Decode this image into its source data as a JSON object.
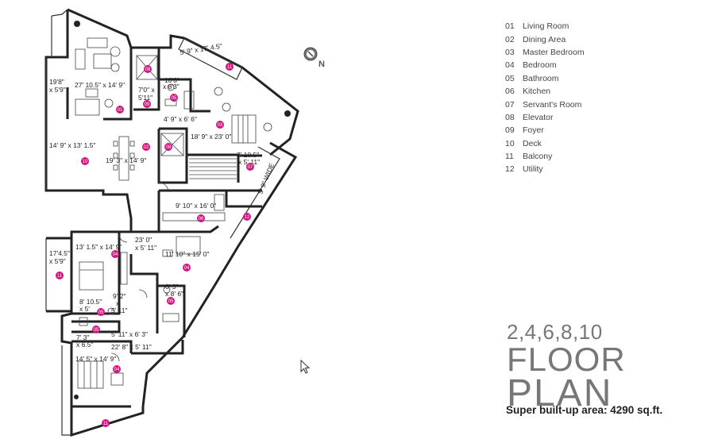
{
  "legend": [
    {
      "num": "01",
      "label": "Living Room"
    },
    {
      "num": "02",
      "label": "Dining Area"
    },
    {
      "num": "03",
      "label": "Master Bedroom"
    },
    {
      "num": "04",
      "label": "Bedroom"
    },
    {
      "num": "05",
      "label": "Bathroom"
    },
    {
      "num": "06",
      "label": "Kitchen"
    },
    {
      "num": "07",
      "label": "Servant's Room"
    },
    {
      "num": "08",
      "label": "Elevator"
    },
    {
      "num": "09",
      "label": "Foyer"
    },
    {
      "num": "10",
      "label": "Deck"
    },
    {
      "num": "11",
      "label": "Balcony"
    },
    {
      "num": "12",
      "label": "Utility"
    }
  ],
  "title": {
    "floors": "2,4,6,8,10",
    "line1": "FLOOR",
    "line2": "PLAN",
    "area": "Super built-up area: 4290 sq.ft."
  },
  "compass": {
    "letter": "N"
  },
  "dimensions": {
    "top_balcony": "5' 9\" x 17' 4.5\"",
    "living": "27' 10.5\" x 14' 9\"",
    "left_deck_upper": "19'8\"",
    "left_deck_upper2": "x 5'9\"",
    "foyer": "7'0\" x",
    "foyer2": "5'11\"",
    "bath_top": "10'6\"",
    "bath_top2": "x 8'3\"",
    "passage": "4' 9\" x 6' 6\"",
    "master": "18' 9\" x 23' 0\"",
    "deck": "14' 9\" x 13' 1.5\"",
    "dining": "19' 3\" x 14' 9\"",
    "servant": "7' 10.5\"",
    "servant2": "x 5' 11\"",
    "wide": "5' 9\" WIDE",
    "kitchen": "9' 10\" x 16' 0\"",
    "hall": "23' 0\"",
    "hall2": "x 5' 11\"",
    "bed1": "13' 1.5\" x 14' 9\"",
    "balcony_left": "17'4.5\"",
    "balcony_left2": "x 5'9\"",
    "bed2": "11' 10\" x 15' 0\"",
    "bath_mid": "8' 3\"",
    "bath_mid2": "x 8' 6\"",
    "bath_small": "8' 10.5\"",
    "bath_small2": "x 5'",
    "closet": "9' 2\"",
    "closet2": "x",
    "closet3": "5' 11\"",
    "corridor": "5' 11\" x 6' 3\"",
    "bath_low": "7' 3\"",
    "bath_low2": "x 6.5\"",
    "lobby": "22' 8\" x 5' 11\"",
    "bed3": "14' 5\" x 14' 9\""
  },
  "badges": {
    "b1": "11",
    "b2": "08",
    "b3": "09",
    "b4": "05",
    "b5": "01",
    "b6": "03",
    "b7": "02",
    "b8": "08",
    "b9": "10",
    "b10": "07",
    "b11": "06",
    "b12": "12",
    "b13": "04",
    "b14": "11",
    "b15": "04",
    "b16": "05",
    "b17": "05",
    "b18": "05",
    "b19": "04",
    "b20": "11"
  }
}
